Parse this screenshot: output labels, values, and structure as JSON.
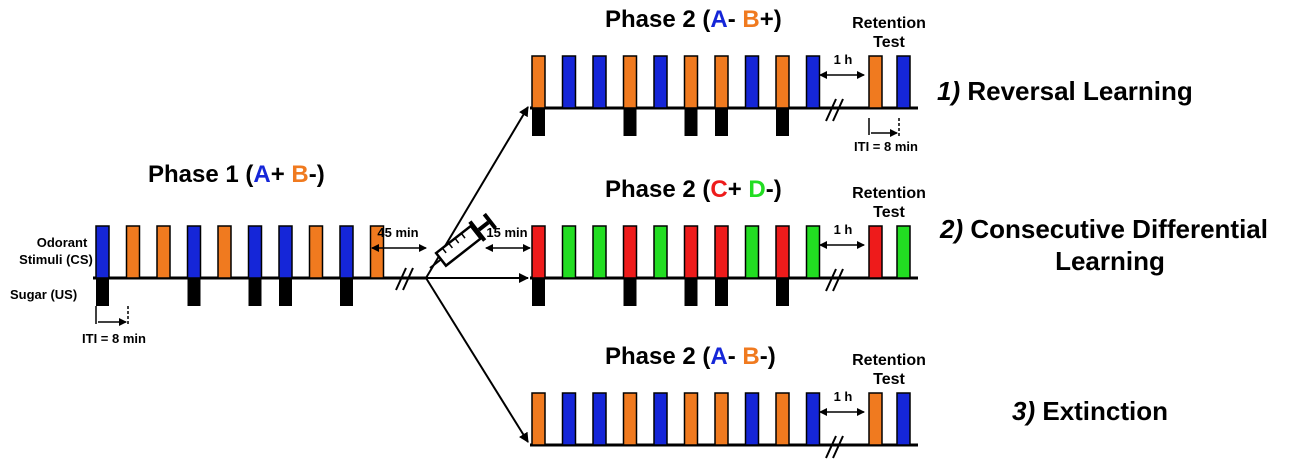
{
  "colors": {
    "odor_a": "#1526d8",
    "odor_b": "#f07a1f",
    "odor_c": "#ee1b1b",
    "odor_d": "#22dd22",
    "sugar": "#000000",
    "line": "#000000"
  },
  "labels": {
    "odorant_line1": "Odorant",
    "odorant_line2": "Stimuli (CS)",
    "sugar": "Sugar (US)",
    "iti": "ITI = 8 min",
    "gap_45": "45 min",
    "gap_15": "15 min",
    "gap_1h": "1 h",
    "retention_line1": "Retention",
    "retention_line2": "Test"
  },
  "phase1": {
    "title_prefix": "Phase 1 (",
    "a": "A",
    "a_sign": "+ ",
    "b": "B",
    "b_sign": "-)",
    "trials": [
      {
        "odor": "A",
        "sugar": true
      },
      {
        "odor": "B",
        "sugar": false
      },
      {
        "odor": "B",
        "sugar": false
      },
      {
        "odor": "A",
        "sugar": true
      },
      {
        "odor": "B",
        "sugar": false
      },
      {
        "odor": "A",
        "sugar": true
      },
      {
        "odor": "A",
        "sugar": true
      },
      {
        "odor": "B",
        "sugar": false
      },
      {
        "odor": "A",
        "sugar": true
      },
      {
        "odor": "B",
        "sugar": false
      }
    ]
  },
  "branches": [
    {
      "title_prefix": "Phase 2 (",
      "first": "A",
      "first_sign": "- ",
      "second": "B",
      "second_sign": "+)",
      "caption_num": "1)",
      "caption_text": " Reversal Learning",
      "caption_text2": "",
      "trials": [
        {
          "odor": "B",
          "sugar": true
        },
        {
          "odor": "A",
          "sugar": false
        },
        {
          "odor": "A",
          "sugar": false
        },
        {
          "odor": "B",
          "sugar": true
        },
        {
          "odor": "A",
          "sugar": false
        },
        {
          "odor": "B",
          "sugar": true
        },
        {
          "odor": "B",
          "sugar": true
        },
        {
          "odor": "A",
          "sugar": false
        },
        {
          "odor": "B",
          "sugar": true
        },
        {
          "odor": "A",
          "sugar": false
        }
      ],
      "test": [
        "B",
        "A"
      ]
    },
    {
      "title_prefix": "Phase 2 (",
      "first": "C",
      "first_sign": "+ ",
      "second": "D",
      "second_sign": "-)",
      "caption_num": "2)",
      "caption_text": " Consecutive Differential",
      "caption_text2": "Learning",
      "trials": [
        {
          "odor": "C",
          "sugar": true
        },
        {
          "odor": "D",
          "sugar": false
        },
        {
          "odor": "D",
          "sugar": false
        },
        {
          "odor": "C",
          "sugar": true
        },
        {
          "odor": "D",
          "sugar": false
        },
        {
          "odor": "C",
          "sugar": true
        },
        {
          "odor": "C",
          "sugar": true
        },
        {
          "odor": "D",
          "sugar": false
        },
        {
          "odor": "C",
          "sugar": true
        },
        {
          "odor": "D",
          "sugar": false
        }
      ],
      "test": [
        "C",
        "D"
      ]
    },
    {
      "title_prefix": "Phase 2 (",
      "first": "A",
      "first_sign": "- ",
      "second": "B",
      "second_sign": "-)",
      "caption_num": "3)",
      "caption_text": " Extinction",
      "caption_text2": "",
      "trials": [
        {
          "odor": "B",
          "sugar": false
        },
        {
          "odor": "A",
          "sugar": false
        },
        {
          "odor": "A",
          "sugar": false
        },
        {
          "odor": "B",
          "sugar": false
        },
        {
          "odor": "A",
          "sugar": false
        },
        {
          "odor": "B",
          "sugar": false
        },
        {
          "odor": "B",
          "sugar": false
        },
        {
          "odor": "A",
          "sugar": false
        },
        {
          "odor": "B",
          "sugar": false
        },
        {
          "odor": "A",
          "sugar": false
        }
      ],
      "test": [
        "B",
        "A"
      ]
    }
  ]
}
